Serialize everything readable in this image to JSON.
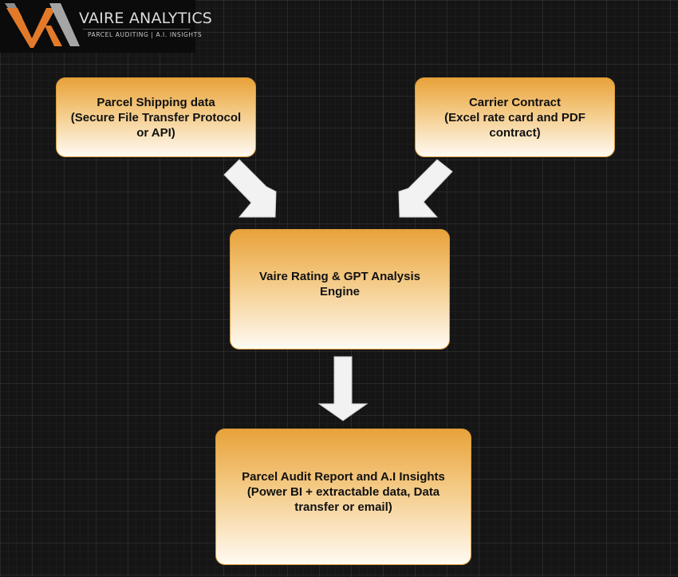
{
  "logo": {
    "title": "VAIRE ANALYTICS",
    "subtitle": "PARCEL AUDITING | A.I. INSIGHTS",
    "colors": {
      "orange": "#e27a2a",
      "grey": "#9a9a9a"
    }
  },
  "nodes": {
    "shipping": {
      "line1": "Parcel Shipping data",
      "line2": "(Secure File Transfer Protocol",
      "line3": "or API)"
    },
    "contract": {
      "line1": "Carrier Contract",
      "line2": "(Excel rate card and PDF",
      "line3": "contract)"
    },
    "engine": {
      "line1": "Vaire Rating & GPT Analysis",
      "line2": "Engine"
    },
    "report": {
      "line1": "Parcel Audit Report and A.I Insights",
      "line2": "(Power BI + extractable data, Data",
      "line3": "transfer or email)"
    }
  },
  "colors": {
    "node_top": "#e8a23a",
    "node_bottom": "#fffaf2",
    "node_border": "#d99a3a",
    "arrow_fill": "#f2f2f2",
    "background": "#151515"
  },
  "edges": [
    {
      "from": "shipping",
      "to": "engine"
    },
    {
      "from": "contract",
      "to": "engine"
    },
    {
      "from": "engine",
      "to": "report"
    }
  ]
}
